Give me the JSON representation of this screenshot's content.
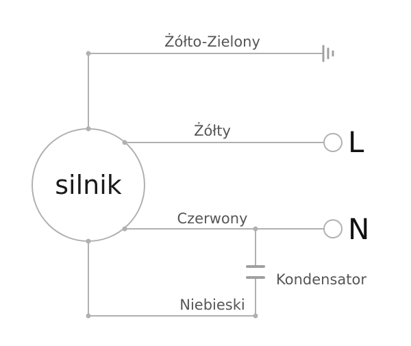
{
  "motor": {
    "label": "silnik"
  },
  "wires": {
    "ground": "Żółto-Zielony",
    "live": "Żółty",
    "neutral": "Czerwony",
    "blue": "Niebieski"
  },
  "terminals": {
    "L": "L",
    "N": "N"
  },
  "capacitor": {
    "label": "Kondensator"
  },
  "colors": {
    "wire": "#b0b0b0",
    "label_text": "#555555",
    "terminal_letter": "#111111"
  },
  "icons": {
    "ground": "ground-symbol-icon",
    "capacitor": "capacitor-symbol-icon"
  }
}
